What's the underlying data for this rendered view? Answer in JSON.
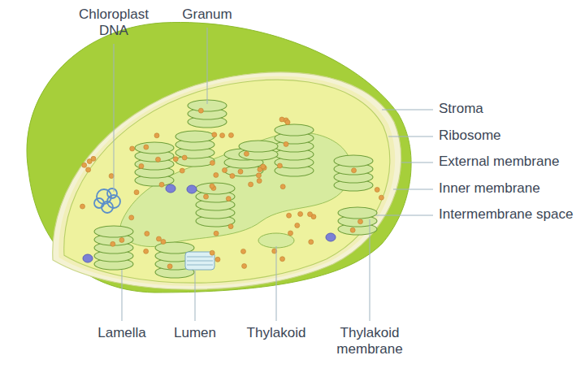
{
  "diagram": {
    "labels": [
      "Chloroplast DNA",
      "Granum",
      "Stroma",
      "Ribosome",
      "External membrane",
      "Inner membrane",
      "Intermembrane space",
      "Lamella",
      "Lumen",
      "Thylakoid",
      "Thylakoid membrane"
    ]
  }
}
